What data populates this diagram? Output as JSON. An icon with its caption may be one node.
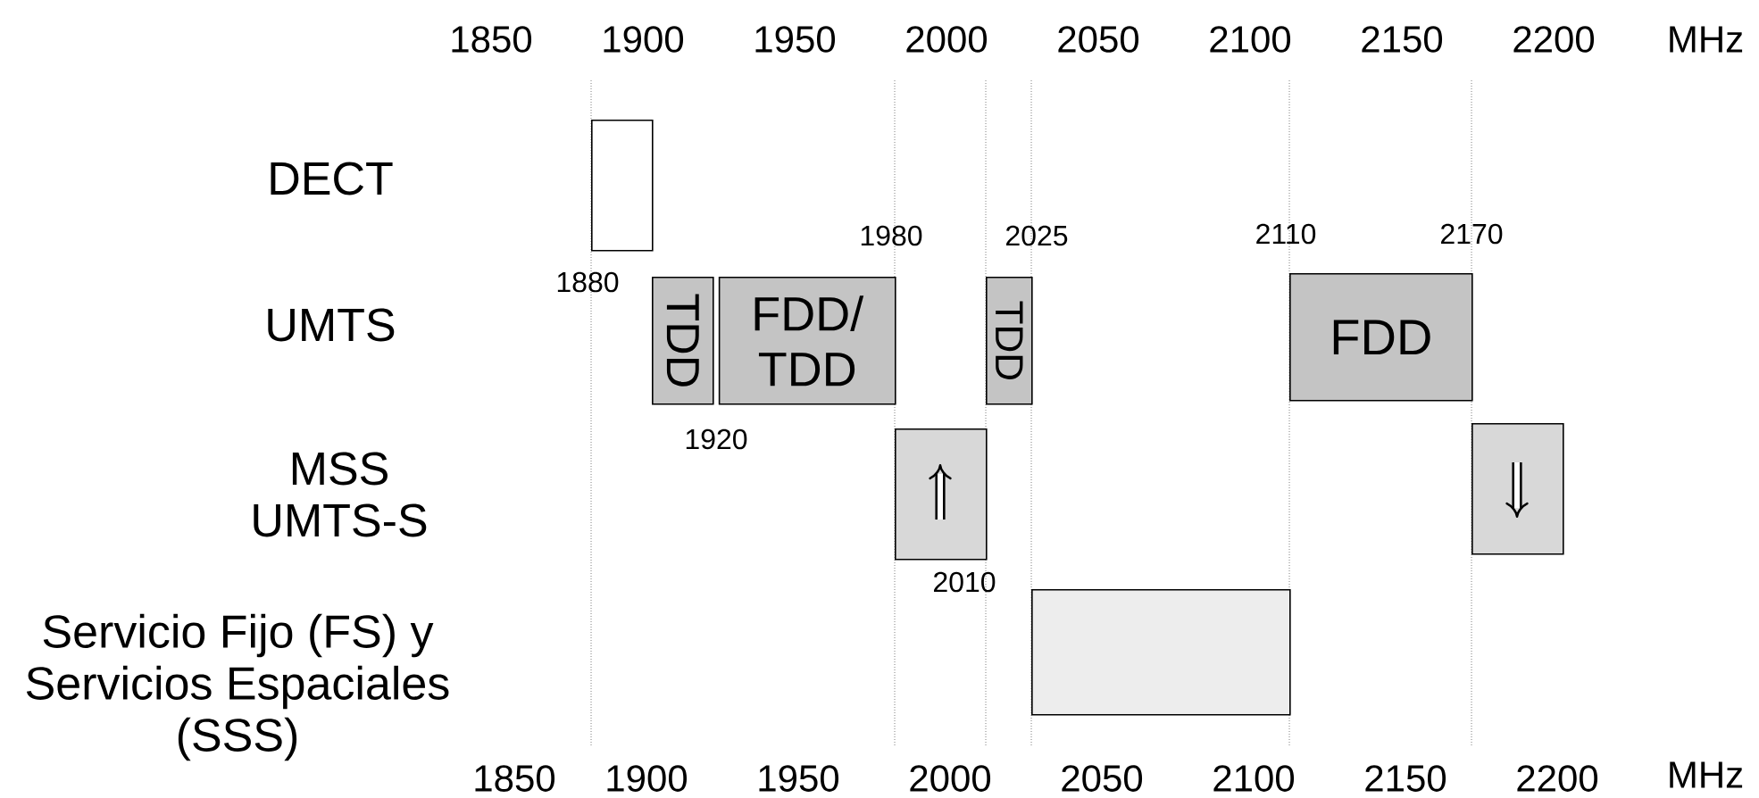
{
  "diagram": {
    "nodes": [
      {
        "text": [],
        "shape": "box"
      },
      {
        "text": [
          "TDD"
        ]
      },
      {
        "text": [
          "FDD/ TDD"
        ]
      },
      {
        "text": [
          "TDD"
        ]
      },
      {
        "text": [
          "FDD"
        ]
      },
      {
        "text": [],
        "shape": "box"
      },
      {
        "text": [],
        "shape": "box"
      },
      {
        "text": [],
        "shape": "box"
      }
    ],
    "labels": [
      "1850",
      "1900",
      "1950",
      "2000",
      "2050",
      "2100",
      "2150",
      "2200",
      "MHz",
      "DECT",
      "1980",
      "2025",
      "2110",
      "2170",
      "1880",
      "UMTS",
      "1920",
      "MSS UMTS-S",
      "2010",
      "Servicio Fijo (FS) y Servicios Espaciales (SSS)",
      "1850",
      "1900",
      "1950",
      "2000",
      "2050",
      "2100",
      "2150",
      "2200",
      "MHz"
    ]
  }
}
